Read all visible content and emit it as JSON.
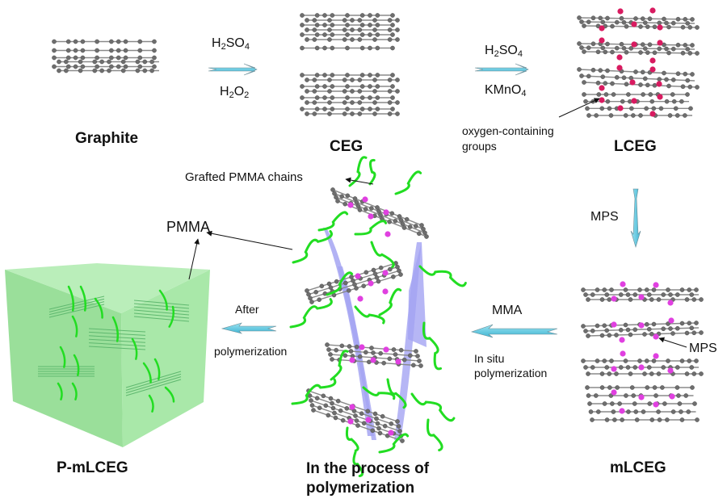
{
  "figure": {
    "stages": {
      "graphite": "Graphite",
      "ceg": "CEG",
      "lceg": "LCEG",
      "mlceg": "mLCEG",
      "in_process_line1": "In the process of",
      "in_process_line2": "polymerization",
      "p_mlceg": "P-mLCEG"
    },
    "steps": {
      "step1_top": {
        "base1": "H",
        "sub1": "2",
        "base2": "SO",
        "sub2": "4"
      },
      "step1_bottom": {
        "base1": "H",
        "sub1": "2",
        "base2": "O",
        "sub2": "2"
      },
      "step2_top": {
        "base1": "H",
        "sub1": "2",
        "base2": "SO",
        "sub2": "4"
      },
      "step2_bottom": {
        "base1": "KMnO",
        "sub1": "4"
      },
      "step3": "MPS",
      "step4_top": "MMA",
      "step4_bottom_line1": "In situ",
      "step4_bottom_line2": "polymerization",
      "step5_top": "After",
      "step5_bottom": "polymerization"
    },
    "annotations": {
      "oxygen_line1": "oxygen-containing",
      "oxygen_line2": "groups",
      "grafted": "Grafted PMMA chains",
      "pmma": "PMMA",
      "mps": "MPS"
    },
    "colors": {
      "carbon": "#6e6e6e",
      "oxygen": "#d81b60",
      "mps_site": "#e040e0",
      "pmma_chain": "#22dd22",
      "ribbon": "#9c9cf0",
      "matrix_cube": "#96e096",
      "arrow": "#5cc8e0"
    }
  }
}
